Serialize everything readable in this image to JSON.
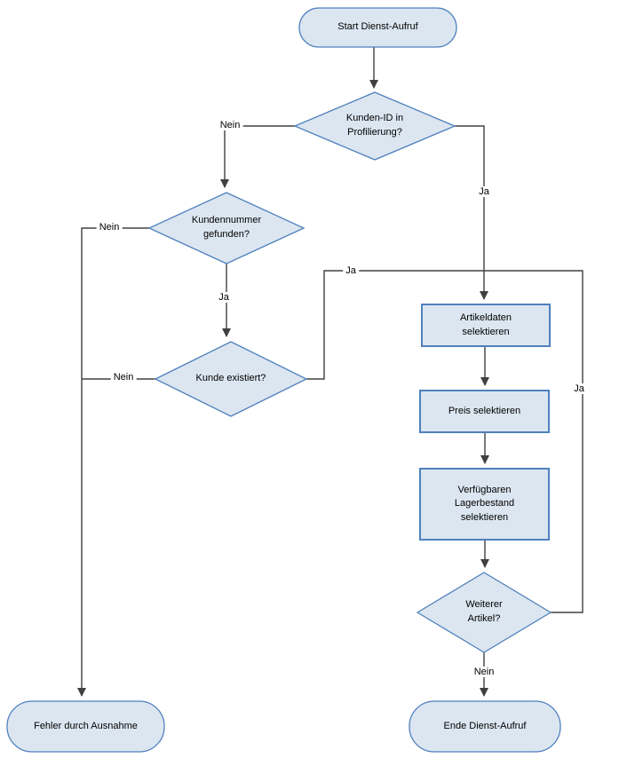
{
  "nodes": {
    "start": {
      "type": "terminator",
      "label": "Start Dienst-Aufruf"
    },
    "kunden_id": {
      "type": "decision",
      "line1": "Kunden-ID in",
      "line2": "Profilierung?"
    },
    "kundennummer": {
      "type": "decision",
      "line1": "Kundennummer",
      "line2": "gefunden?"
    },
    "kunde_existiert": {
      "type": "decision",
      "label": "Kunde existiert?"
    },
    "artikeldaten": {
      "type": "process",
      "line1": "Artikeldaten",
      "line2": "selektieren"
    },
    "preis": {
      "type": "process",
      "label": "Preis selektieren"
    },
    "lagerbestand": {
      "type": "process",
      "line1": "Verfügbaren",
      "line2": "Lagerbestand",
      "line3": "selektieren"
    },
    "weiterer_artikel": {
      "type": "decision",
      "line1": "Weiterer",
      "line2": "Artikel?"
    },
    "fehler": {
      "type": "terminator",
      "label": "Fehler durch Ausnahme"
    },
    "ende": {
      "type": "terminator",
      "label": "Ende Dienst-Aufruf"
    }
  },
  "edge_labels": {
    "kunden_id_nein": "Nein",
    "kunden_id_ja": "Ja",
    "kundennummer_nein": "Nein",
    "kundennummer_ja": "Ja",
    "kunde_existiert_nein": "Nein",
    "kunde_existiert_ja": "Ja",
    "weiterer_artikel_ja": "Ja",
    "weiterer_artikel_nein": "Nein"
  },
  "colors": {
    "node_fill": "#dce6f1",
    "node_border": "#4f81bd",
    "edge_line": "#404040",
    "text": "#000000",
    "background": "#ffffff"
  }
}
